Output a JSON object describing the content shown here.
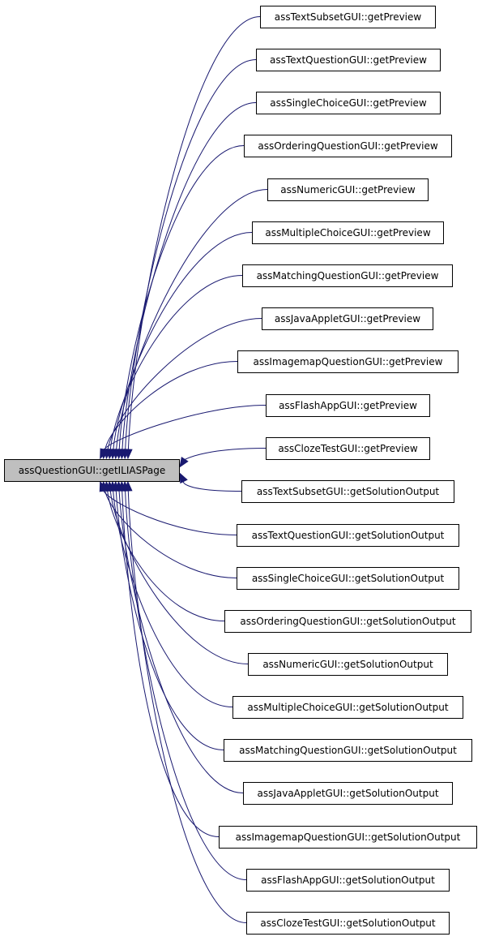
{
  "root": {
    "label": "assQuestionGUI::getILIASPage"
  },
  "callers": [
    {
      "id": "n1",
      "label": "assTextSubsetGUI::getPreview"
    },
    {
      "id": "n2",
      "label": "assTextQuestionGUI::getPreview"
    },
    {
      "id": "n3",
      "label": "assSingleChoiceGUI::getPreview"
    },
    {
      "id": "n4",
      "label": "assOrderingQuestionGUI::getPreview"
    },
    {
      "id": "n5",
      "label": "assNumericGUI::getPreview"
    },
    {
      "id": "n6",
      "label": "assMultipleChoiceGUI::getPreview"
    },
    {
      "id": "n7",
      "label": "assMatchingQuestionGUI::getPreview"
    },
    {
      "id": "n8",
      "label": "assJavaAppletGUI::getPreview"
    },
    {
      "id": "n9",
      "label": "assImagemapQuestionGUI::getPreview"
    },
    {
      "id": "n10",
      "label": "assFlashAppGUI::getPreview"
    },
    {
      "id": "n11",
      "label": "assClozeTestGUI::getPreview"
    },
    {
      "id": "n12",
      "label": "assTextSubsetGUI::getSolutionOutput"
    },
    {
      "id": "n13",
      "label": "assTextQuestionGUI::getSolutionOutput"
    },
    {
      "id": "n14",
      "label": "assSingleChoiceGUI::getSolutionOutput"
    },
    {
      "id": "n15",
      "label": "assOrderingQuestionGUI::getSolutionOutput"
    },
    {
      "id": "n16",
      "label": "assNumericGUI::getSolutionOutput"
    },
    {
      "id": "n17",
      "label": "assMultipleChoiceGUI::getSolutionOutput"
    },
    {
      "id": "n18",
      "label": "assMatchingQuestionGUI::getSolutionOutput"
    },
    {
      "id": "n19",
      "label": "assJavaAppletGUI::getSolutionOutput"
    },
    {
      "id": "n20",
      "label": "assImagemapQuestionGUI::getSolutionOutput"
    },
    {
      "id": "n21",
      "label": "assFlashAppGUI::getSolutionOutput"
    },
    {
      "id": "n22",
      "label": "assClozeTestGUI::getSolutionOutput"
    }
  ],
  "colors": {
    "edge": "#191970",
    "root_fill": "#bfbfbf",
    "node_fill": "#ffffff",
    "border": "#000000"
  }
}
